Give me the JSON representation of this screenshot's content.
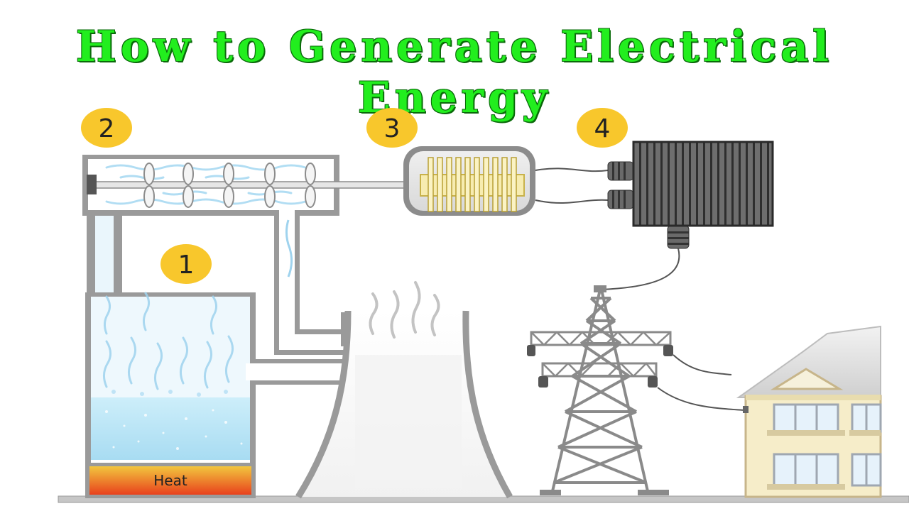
{
  "title": "How to Generate Electrical Energy",
  "labels": {
    "step1": "1",
    "step2": "2",
    "step3": "3",
    "step4": "4",
    "heat": "Heat"
  },
  "colors": {
    "title": "#22ee1e",
    "badge": "#f8c72c",
    "structure": "#b5b5b5",
    "water": "#bfe6f6",
    "steam": "#9fd3ee",
    "heat_top": "#f0c33c",
    "heat_bottom": "#e8401c"
  }
}
